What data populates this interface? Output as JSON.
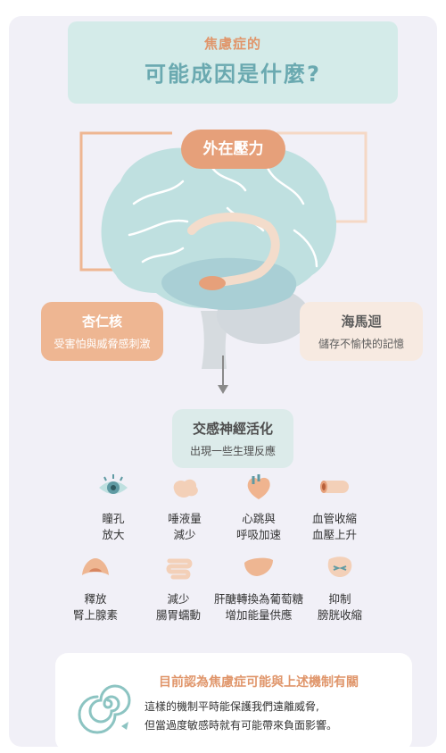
{
  "title": {
    "subtitle": "焦慮症的",
    "main": "可能成因是什麼?"
  },
  "external_stress": "外在壓力",
  "amygdala": {
    "name": "杏仁核",
    "desc": "受害怕與威脅感刺激"
  },
  "hippocampus": {
    "name": "海馬迴",
    "desc": "儲存不愉快的記憶"
  },
  "sympathetic": {
    "name": "交感神經活化",
    "desc": "出現一些生理反應"
  },
  "reactions": [
    {
      "icon": "eye-icon",
      "line1": "瞳孔",
      "line2": "放大"
    },
    {
      "icon": "saliva-icon",
      "line1": "唾液量",
      "line2": "減少"
    },
    {
      "icon": "heart-icon",
      "line1": "心跳與",
      "line2": "呼吸加速"
    },
    {
      "icon": "vessel-icon",
      "line1": "血管收縮",
      "line2": "血壓上升"
    },
    {
      "icon": "adrenal-icon",
      "line1": "釋放",
      "line2": "腎上腺素"
    },
    {
      "icon": "intestine-icon",
      "line1": "減少",
      "line2": "腸胃蠕動"
    },
    {
      "icon": "liver-icon",
      "line1": "肝醣轉換為葡萄糖",
      "line2": "增加能量供應"
    },
    {
      "icon": "bladder-icon",
      "line1": "抑制",
      "line2": "膀胱收縮"
    }
  ],
  "bottom": {
    "heading": "目前認為焦慮症可能與上述機制有關",
    "line1": "這樣的機制平時能保護我們遠離威脅,",
    "line2": "但當過度敏感時就有可能帶來負面影響。"
  },
  "colors": {
    "accent": "#e0966b",
    "teal": "#6aa9b0",
    "brain": "#bfe0e0",
    "brain_lobe": "#a9cfd5"
  }
}
